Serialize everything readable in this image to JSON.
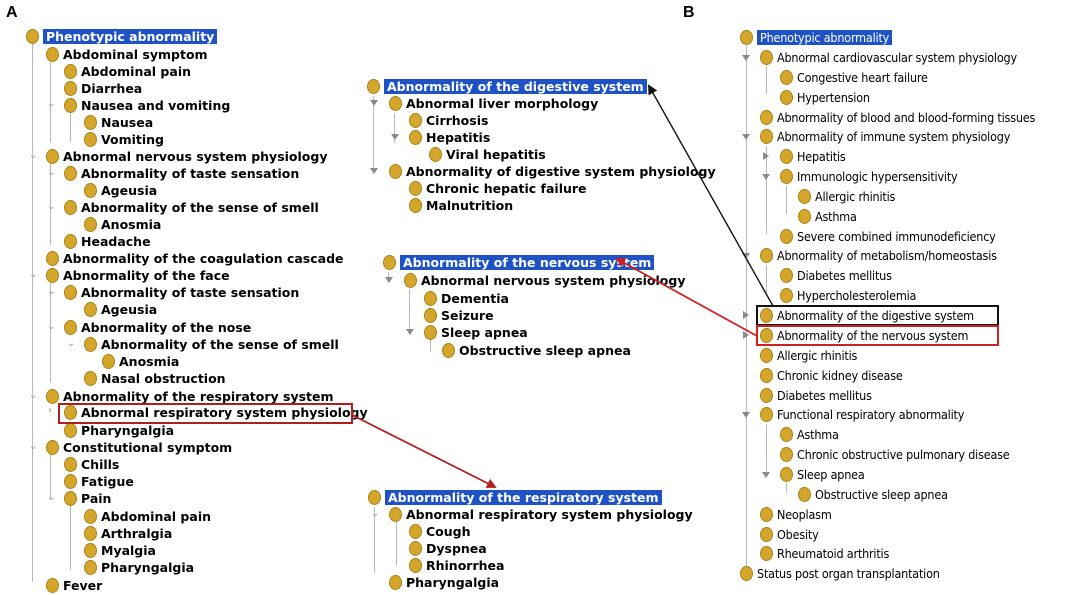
{
  "panels": {
    "a": "A",
    "b": "B"
  },
  "treeA": {
    "root": "Phenotypic abnormality",
    "items": [
      "Abdominal symptom",
      "Abdominal pain",
      "Diarrhea",
      "Nausea and vomiting",
      "Nausea",
      "Vomiting",
      "Abnormal nervous system physiology",
      "Abnormality of taste sensation",
      "Ageusia",
      "Abnormality of the sense of smell",
      "Anosmia",
      "Headache",
      "Abnormality of the coagulation cascade",
      "Abnormality of the face",
      "Abnormality of taste sensation",
      "Ageusia",
      "Abnormality of the nose",
      "Abnormality of the sense of smell",
      "Anosmia",
      "Nasal obstruction",
      "Abnormality of the respiratory system",
      "Abnormal respiratory system physiology",
      "Pharyngalgia",
      "Constitutional symptom",
      "Chills",
      "Fatigue",
      "Pain",
      "Abdominal pain",
      "Arthralgia",
      "Myalgia",
      "Pharyngalgia",
      "Fever"
    ]
  },
  "digestive": {
    "title": "Abnormality of the digestive system",
    "items": [
      "Abnormal liver morphology",
      "Cirrhosis",
      "Hepatitis",
      "Viral hepatitis",
      "Abnormality of digestive system physiology",
      "Chronic hepatic failure",
      "Malnutrition"
    ]
  },
  "nervous": {
    "title": "Abnormality of the nervous system",
    "items": [
      "Abnormal nervous system physiology",
      "Dementia",
      "Seizure",
      "Sleep apnea",
      "Obstructive sleep apnea"
    ]
  },
  "respiratory": {
    "title": "Abnormality of the respiratory system",
    "items": [
      "Abnormal respiratory system physiology",
      "Cough",
      "Dyspnea",
      "Rhinorrhea",
      "Pharyngalgia"
    ]
  },
  "treeB": {
    "root": "Phenotypic abnormality",
    "items": [
      "Abnormal cardiovascular system physiology",
      "Congestive heart failure",
      "Hypertension",
      "Abnormality of blood and blood-forming tissues",
      "Abnormality of immune system physiology",
      "Hepatitis",
      "Immunologic hypersensitivity",
      "Allergic rhinitis",
      "Asthma",
      "Severe combined immunodeficiency",
      "Abnormality of metabolism/homeostasis",
      "Diabetes mellitus",
      "Hypercholesterolemia",
      "Abnormality of the digestive system",
      "Abnormality of the nervous system",
      "Allergic rhinitis",
      "Chronic kidney disease",
      "Diabetes mellitus",
      "Functional respiratory abnormality",
      "Asthma",
      "Chronic obstructive pulmonary disease",
      "Sleep apnea",
      "Obstructive sleep apnea",
      "Neoplasm",
      "Obesity",
      "Rheumatoid arthritis",
      "Status post organ transplantation"
    ]
  },
  "colors": {
    "selection": "#1f52c4",
    "bullet": "#d4a72c",
    "highlight_red": "#b21e1e",
    "arrow_black": "#111111"
  }
}
